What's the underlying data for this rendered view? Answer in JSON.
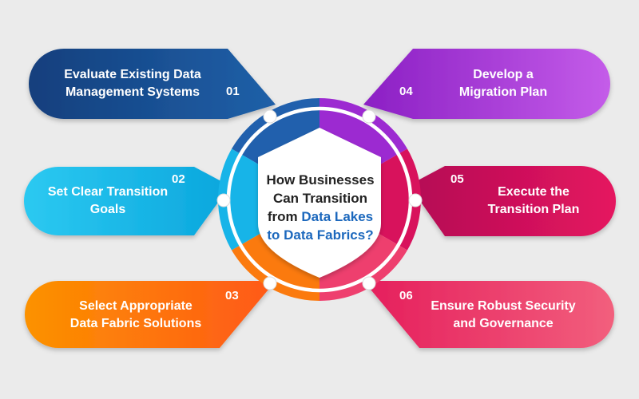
{
  "center": {
    "line1": "How Businesses",
    "line2": "Can Transition",
    "line3_prefix": "from ",
    "line3_highlight": "Data Lakes",
    "line4_highlight": "to Data Fabrics?"
  },
  "steps": [
    {
      "number": "01",
      "line1": "Evaluate Existing Data",
      "line2": "Management Systems"
    },
    {
      "number": "02",
      "line1": "Set Clear Transition",
      "line2": "Goals"
    },
    {
      "number": "03",
      "line1": "Select Appropriate",
      "line2": "Data Fabric Solutions"
    },
    {
      "number": "04",
      "line1": "Develop a",
      "line2": "Migration Plan"
    },
    {
      "number": "05",
      "line1": "Execute the",
      "line2": "Transition Plan"
    },
    {
      "number": "06",
      "line1": "Ensure Robust Security",
      "line2": "and Governance"
    }
  ],
  "colors": {
    "step1": [
      "#123f7d",
      "#2060a8"
    ],
    "step2": [
      "#0aa6dd",
      "#2cc9f1"
    ],
    "step3": [
      "#fc9200",
      "#ff5818"
    ],
    "step4": [
      "#8b1fc4",
      "#c45ce9"
    ],
    "step5": [
      "#b40d55",
      "#e5145f"
    ],
    "step6": [
      "#e51e5c",
      "#f25f7d"
    ],
    "highlight": "#1c68bd",
    "background": "#ebebeb"
  }
}
